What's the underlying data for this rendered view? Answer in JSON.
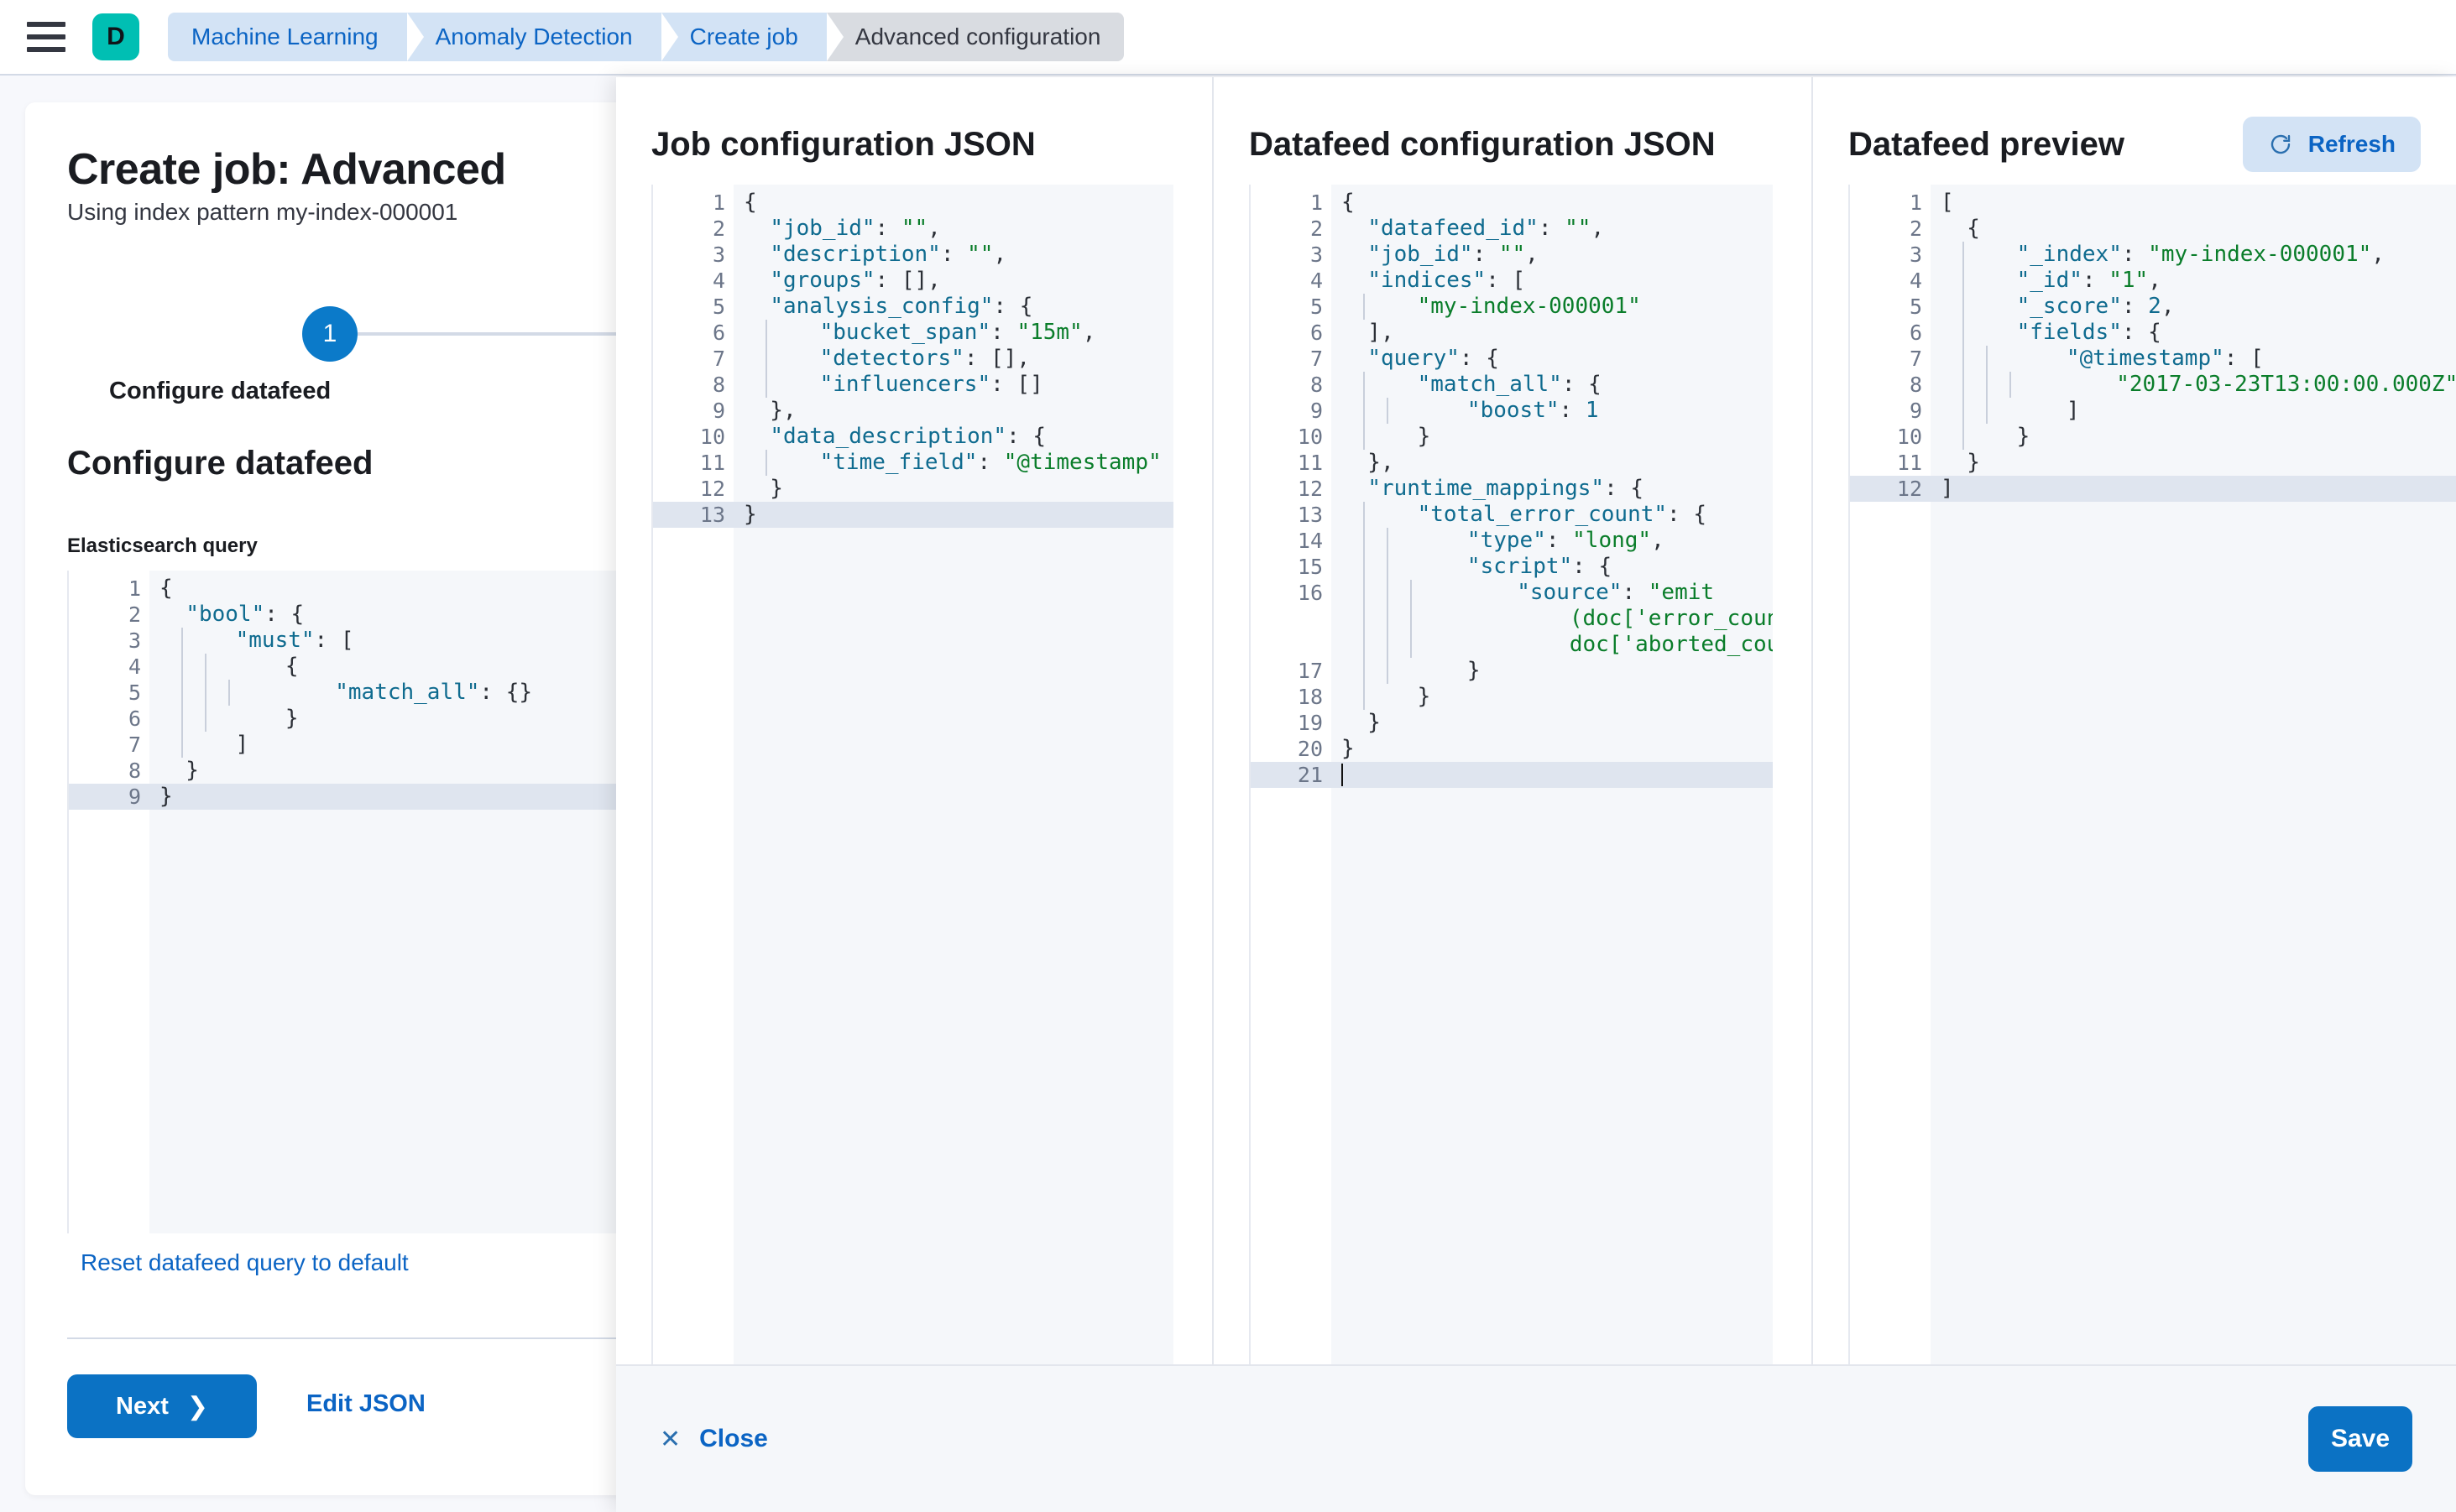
{
  "topnav": {
    "menu_icon": "hamburger-icon",
    "logo_letter": "D",
    "breadcrumbs": [
      {
        "label": "Machine Learning",
        "current": false
      },
      {
        "label": "Anomaly Detection",
        "current": false
      },
      {
        "label": "Create job",
        "current": false
      },
      {
        "label": "Advanced configuration",
        "current": true
      }
    ]
  },
  "page": {
    "title": "Create job: Advanced",
    "subtitle": "Using index pattern my-index-000001",
    "step_number": "1",
    "step_label": "Configure datafeed",
    "section_title": "Configure datafeed",
    "field_label": "Elasticsearch query",
    "reset_link": "Reset datafeed query to default",
    "next_label": "Next",
    "next_chevron": "chevron-right-icon",
    "edit_json_label": "Edit JSON"
  },
  "elasticsearch_query_editor": {
    "active_line": 9,
    "lines": [
      {
        "n": 1,
        "fold": true,
        "indent": 0,
        "tokens": [
          {
            "t": "{",
            "c": "p"
          }
        ]
      },
      {
        "n": 2,
        "fold": true,
        "indent": 0,
        "tokens": [
          {
            "t": "  ",
            "c": "p"
          },
          {
            "t": "\"bool\"",
            "c": "k"
          },
          {
            "t": ": {",
            "c": "p"
          }
        ]
      },
      {
        "n": 3,
        "fold": true,
        "indent": 1,
        "tokens": [
          {
            "t": "    ",
            "c": "p"
          },
          {
            "t": "\"must\"",
            "c": "k"
          },
          {
            "t": ": [",
            "c": "p"
          }
        ]
      },
      {
        "n": 4,
        "fold": true,
        "indent": 2,
        "tokens": [
          {
            "t": "      {",
            "c": "p"
          }
        ]
      },
      {
        "n": 5,
        "fold": false,
        "indent": 3,
        "tokens": [
          {
            "t": "        ",
            "c": "p"
          },
          {
            "t": "\"match_all\"",
            "c": "k"
          },
          {
            "t": ": {}",
            "c": "p"
          }
        ]
      },
      {
        "n": 6,
        "fold": false,
        "indent": 2,
        "tokens": [
          {
            "t": "      }",
            "c": "p"
          }
        ]
      },
      {
        "n": 7,
        "fold": false,
        "indent": 1,
        "tokens": [
          {
            "t": "    ]",
            "c": "p"
          }
        ]
      },
      {
        "n": 8,
        "fold": false,
        "indent": 0,
        "tokens": [
          {
            "t": "  }",
            "c": "p"
          }
        ]
      },
      {
        "n": 9,
        "fold": false,
        "indent": 0,
        "tokens": [
          {
            "t": "}",
            "c": "p"
          }
        ]
      }
    ]
  },
  "job_config_panel": {
    "title": "Job configuration JSON",
    "active_line": 13,
    "lines": [
      {
        "n": 1,
        "fold": true,
        "indent": 0,
        "tokens": [
          {
            "t": "{",
            "c": "p"
          }
        ]
      },
      {
        "n": 2,
        "fold": false,
        "indent": 0,
        "tokens": [
          {
            "t": "  ",
            "c": "p"
          },
          {
            "t": "\"job_id\"",
            "c": "k"
          },
          {
            "t": ": ",
            "c": "p"
          },
          {
            "t": "\"\"",
            "c": "s"
          },
          {
            "t": ",",
            "c": "p"
          }
        ]
      },
      {
        "n": 3,
        "fold": false,
        "indent": 0,
        "tokens": [
          {
            "t": "  ",
            "c": "p"
          },
          {
            "t": "\"description\"",
            "c": "k"
          },
          {
            "t": ": ",
            "c": "p"
          },
          {
            "t": "\"\"",
            "c": "s"
          },
          {
            "t": ",",
            "c": "p"
          }
        ]
      },
      {
        "n": 4,
        "fold": false,
        "indent": 0,
        "tokens": [
          {
            "t": "  ",
            "c": "p"
          },
          {
            "t": "\"groups\"",
            "c": "k"
          },
          {
            "t": ": [],",
            "c": "p"
          }
        ]
      },
      {
        "n": 5,
        "fold": true,
        "indent": 0,
        "tokens": [
          {
            "t": "  ",
            "c": "p"
          },
          {
            "t": "\"analysis_config\"",
            "c": "k"
          },
          {
            "t": ": {",
            "c": "p"
          }
        ]
      },
      {
        "n": 6,
        "fold": false,
        "indent": 1,
        "tokens": [
          {
            "t": "    ",
            "c": "p"
          },
          {
            "t": "\"bucket_span\"",
            "c": "k"
          },
          {
            "t": ": ",
            "c": "p"
          },
          {
            "t": "\"15m\"",
            "c": "s"
          },
          {
            "t": ",",
            "c": "p"
          }
        ]
      },
      {
        "n": 7,
        "fold": false,
        "indent": 1,
        "tokens": [
          {
            "t": "    ",
            "c": "p"
          },
          {
            "t": "\"detectors\"",
            "c": "k"
          },
          {
            "t": ": [],",
            "c": "p"
          }
        ]
      },
      {
        "n": 8,
        "fold": false,
        "indent": 1,
        "tokens": [
          {
            "t": "    ",
            "c": "p"
          },
          {
            "t": "\"influencers\"",
            "c": "k"
          },
          {
            "t": ": []",
            "c": "p"
          }
        ]
      },
      {
        "n": 9,
        "fold": false,
        "indent": 0,
        "tokens": [
          {
            "t": "  },",
            "c": "p"
          }
        ]
      },
      {
        "n": 10,
        "fold": true,
        "indent": 0,
        "tokens": [
          {
            "t": "  ",
            "c": "p"
          },
          {
            "t": "\"data_description\"",
            "c": "k"
          },
          {
            "t": ": {",
            "c": "p"
          }
        ]
      },
      {
        "n": 11,
        "fold": false,
        "indent": 1,
        "tokens": [
          {
            "t": "    ",
            "c": "p"
          },
          {
            "t": "\"time_field\"",
            "c": "k"
          },
          {
            "t": ": ",
            "c": "p"
          },
          {
            "t": "\"@timestamp\"",
            "c": "s"
          }
        ]
      },
      {
        "n": 12,
        "fold": false,
        "indent": 0,
        "tokens": [
          {
            "t": "  }",
            "c": "p"
          }
        ]
      },
      {
        "n": 13,
        "fold": false,
        "indent": 0,
        "tokens": [
          {
            "t": "}",
            "c": "p"
          }
        ]
      }
    ]
  },
  "datafeed_config_panel": {
    "title": "Datafeed configuration JSON",
    "active_line": 21,
    "lines": [
      {
        "n": 1,
        "fold": true,
        "indent": 0,
        "tokens": [
          {
            "t": "{",
            "c": "p"
          }
        ]
      },
      {
        "n": 2,
        "fold": false,
        "indent": 0,
        "tokens": [
          {
            "t": "  ",
            "c": "p"
          },
          {
            "t": "\"datafeed_id\"",
            "c": "k"
          },
          {
            "t": ": ",
            "c": "p"
          },
          {
            "t": "\"\"",
            "c": "s"
          },
          {
            "t": ",",
            "c": "p"
          }
        ]
      },
      {
        "n": 3,
        "fold": false,
        "indent": 0,
        "tokens": [
          {
            "t": "  ",
            "c": "p"
          },
          {
            "t": "\"job_id\"",
            "c": "k"
          },
          {
            "t": ": ",
            "c": "p"
          },
          {
            "t": "\"\"",
            "c": "s"
          },
          {
            "t": ",",
            "c": "p"
          }
        ]
      },
      {
        "n": 4,
        "fold": true,
        "indent": 0,
        "tokens": [
          {
            "t": "  ",
            "c": "p"
          },
          {
            "t": "\"indices\"",
            "c": "k"
          },
          {
            "t": ": [",
            "c": "p"
          }
        ]
      },
      {
        "n": 5,
        "fold": false,
        "indent": 1,
        "tokens": [
          {
            "t": "    ",
            "c": "p"
          },
          {
            "t": "\"my-index-000001\"",
            "c": "s"
          }
        ]
      },
      {
        "n": 6,
        "fold": false,
        "indent": 0,
        "tokens": [
          {
            "t": "  ],",
            "c": "p"
          }
        ]
      },
      {
        "n": 7,
        "fold": true,
        "indent": 0,
        "tokens": [
          {
            "t": "  ",
            "c": "p"
          },
          {
            "t": "\"query\"",
            "c": "k"
          },
          {
            "t": ": {",
            "c": "p"
          }
        ]
      },
      {
        "n": 8,
        "fold": true,
        "indent": 1,
        "tokens": [
          {
            "t": "    ",
            "c": "p"
          },
          {
            "t": "\"match_all\"",
            "c": "k"
          },
          {
            "t": ": {",
            "c": "p"
          }
        ]
      },
      {
        "n": 9,
        "fold": false,
        "indent": 2,
        "tokens": [
          {
            "t": "      ",
            "c": "p"
          },
          {
            "t": "\"boost\"",
            "c": "k"
          },
          {
            "t": ": ",
            "c": "p"
          },
          {
            "t": "1",
            "c": "n"
          }
        ]
      },
      {
        "n": 10,
        "fold": false,
        "indent": 1,
        "tokens": [
          {
            "t": "    }",
            "c": "p"
          }
        ]
      },
      {
        "n": 11,
        "fold": false,
        "indent": 0,
        "tokens": [
          {
            "t": "  },",
            "c": "p"
          }
        ]
      },
      {
        "n": 12,
        "fold": true,
        "indent": 0,
        "tokens": [
          {
            "t": "  ",
            "c": "p"
          },
          {
            "t": "\"runtime_mappings\"",
            "c": "k"
          },
          {
            "t": ": {",
            "c": "p"
          }
        ]
      },
      {
        "n": 13,
        "fold": true,
        "indent": 1,
        "tokens": [
          {
            "t": "    ",
            "c": "p"
          },
          {
            "t": "\"total_error_count\"",
            "c": "k"
          },
          {
            "t": ": {",
            "c": "p"
          }
        ]
      },
      {
        "n": 14,
        "fold": false,
        "indent": 2,
        "tokens": [
          {
            "t": "      ",
            "c": "p"
          },
          {
            "t": "\"type\"",
            "c": "k"
          },
          {
            "t": ": ",
            "c": "p"
          },
          {
            "t": "\"long\"",
            "c": "s"
          },
          {
            "t": ",",
            "c": "p"
          }
        ]
      },
      {
        "n": 15,
        "fold": true,
        "indent": 2,
        "tokens": [
          {
            "t": "      ",
            "c": "p"
          },
          {
            "t": "\"script\"",
            "c": "k"
          },
          {
            "t": ": {",
            "c": "p"
          }
        ]
      },
      {
        "n": 16,
        "fold": false,
        "indent": 3,
        "wrap": true,
        "tokens": [
          {
            "t": "        ",
            "c": "p"
          },
          {
            "t": "\"source\"",
            "c": "k"
          },
          {
            "t": ": ",
            "c": "p"
          },
          {
            "t": "\"emit",
            "c": "s"
          }
        ],
        "wrapped": [
          "(doc['error_count'].value +",
          "doc['aborted_count'].value)\""
        ]
      },
      {
        "n": 17,
        "fold": false,
        "indent": 2,
        "tokens": [
          {
            "t": "      }",
            "c": "p"
          }
        ]
      },
      {
        "n": 18,
        "fold": false,
        "indent": 1,
        "tokens": [
          {
            "t": "    }",
            "c": "p"
          }
        ]
      },
      {
        "n": 19,
        "fold": false,
        "indent": 0,
        "tokens": [
          {
            "t": "  }",
            "c": "p"
          }
        ]
      },
      {
        "n": 20,
        "fold": false,
        "indent": 0,
        "tokens": [
          {
            "t": "}",
            "c": "p"
          }
        ]
      },
      {
        "n": 21,
        "fold": false,
        "indent": 0,
        "cursor": true,
        "tokens": []
      }
    ]
  },
  "datafeed_preview_panel": {
    "title": "Datafeed preview",
    "refresh_label": "Refresh",
    "refresh_icon": "refresh-icon",
    "active_line": 12,
    "lines": [
      {
        "n": 1,
        "fold": true,
        "indent": 0,
        "tokens": [
          {
            "t": "[",
            "c": "p"
          }
        ]
      },
      {
        "n": 2,
        "fold": true,
        "indent": 0,
        "tokens": [
          {
            "t": "  {",
            "c": "p"
          }
        ]
      },
      {
        "n": 3,
        "fold": false,
        "indent": 1,
        "tokens": [
          {
            "t": "    ",
            "c": "p"
          },
          {
            "t": "\"_index\"",
            "c": "k"
          },
          {
            "t": ": ",
            "c": "p"
          },
          {
            "t": "\"my-index-000001\"",
            "c": "s"
          },
          {
            "t": ",",
            "c": "p"
          }
        ]
      },
      {
        "n": 4,
        "fold": false,
        "indent": 1,
        "tokens": [
          {
            "t": "    ",
            "c": "p"
          },
          {
            "t": "\"_id\"",
            "c": "k"
          },
          {
            "t": ": ",
            "c": "p"
          },
          {
            "t": "\"1\"",
            "c": "s"
          },
          {
            "t": ",",
            "c": "p"
          }
        ]
      },
      {
        "n": 5,
        "fold": false,
        "indent": 1,
        "tokens": [
          {
            "t": "    ",
            "c": "p"
          },
          {
            "t": "\"_score\"",
            "c": "k"
          },
          {
            "t": ": ",
            "c": "p"
          },
          {
            "t": "2",
            "c": "n"
          },
          {
            "t": ",",
            "c": "p"
          }
        ]
      },
      {
        "n": 6,
        "fold": true,
        "indent": 1,
        "tokens": [
          {
            "t": "    ",
            "c": "p"
          },
          {
            "t": "\"fields\"",
            "c": "k"
          },
          {
            "t": ": {",
            "c": "p"
          }
        ]
      },
      {
        "n": 7,
        "fold": true,
        "indent": 2,
        "tokens": [
          {
            "t": "      ",
            "c": "p"
          },
          {
            "t": "\"@timestamp\"",
            "c": "k"
          },
          {
            "t": ": [",
            "c": "p"
          }
        ]
      },
      {
        "n": 8,
        "fold": false,
        "indent": 3,
        "tokens": [
          {
            "t": "        ",
            "c": "p"
          },
          {
            "t": "\"2017-03-23T13:00:00.000Z\"",
            "c": "s"
          }
        ]
      },
      {
        "n": 9,
        "fold": false,
        "indent": 2,
        "tokens": [
          {
            "t": "      ]",
            "c": "p"
          }
        ]
      },
      {
        "n": 10,
        "fold": false,
        "indent": 1,
        "tokens": [
          {
            "t": "    }",
            "c": "p"
          }
        ]
      },
      {
        "n": 11,
        "fold": false,
        "indent": 0,
        "tokens": [
          {
            "t": "  }",
            "c": "p"
          }
        ]
      },
      {
        "n": 12,
        "fold": false,
        "indent": 0,
        "tokens": [
          {
            "t": "]",
            "c": "p"
          }
        ]
      }
    ]
  },
  "footer": {
    "close_label": "Close",
    "close_icon": "close-x-icon",
    "save_label": "Save"
  },
  "colors": {
    "primary_blue": "#0b72c4",
    "link_blue": "#0b64c4",
    "brand_teal": "#00bfb3",
    "breadcrumb_bg": "#d3e3f5",
    "breadcrumb_current_bg": "#d9dce1",
    "string_green": "#0a7d2a",
    "key_blue": "#0f6b8f",
    "active_line": "#dfe5ef"
  }
}
